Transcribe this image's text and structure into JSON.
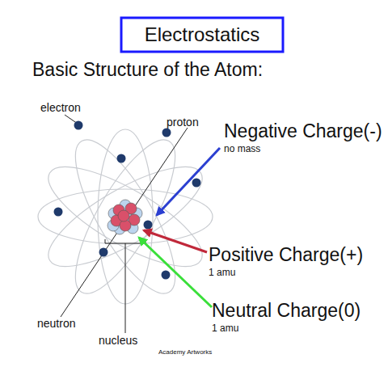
{
  "diagram": {
    "title": "Electrostatics",
    "labels": [
      "Basic Structure of the Atom:",
      "electron",
      "proton",
      "Negative Charge(-)",
      "no mass",
      "Positive Charge(+)",
      "1 amu",
      "Neutral Charge(0)",
      "1 amu",
      "neutron",
      "nucleus",
      "Academy Artworks"
    ]
  }
}
